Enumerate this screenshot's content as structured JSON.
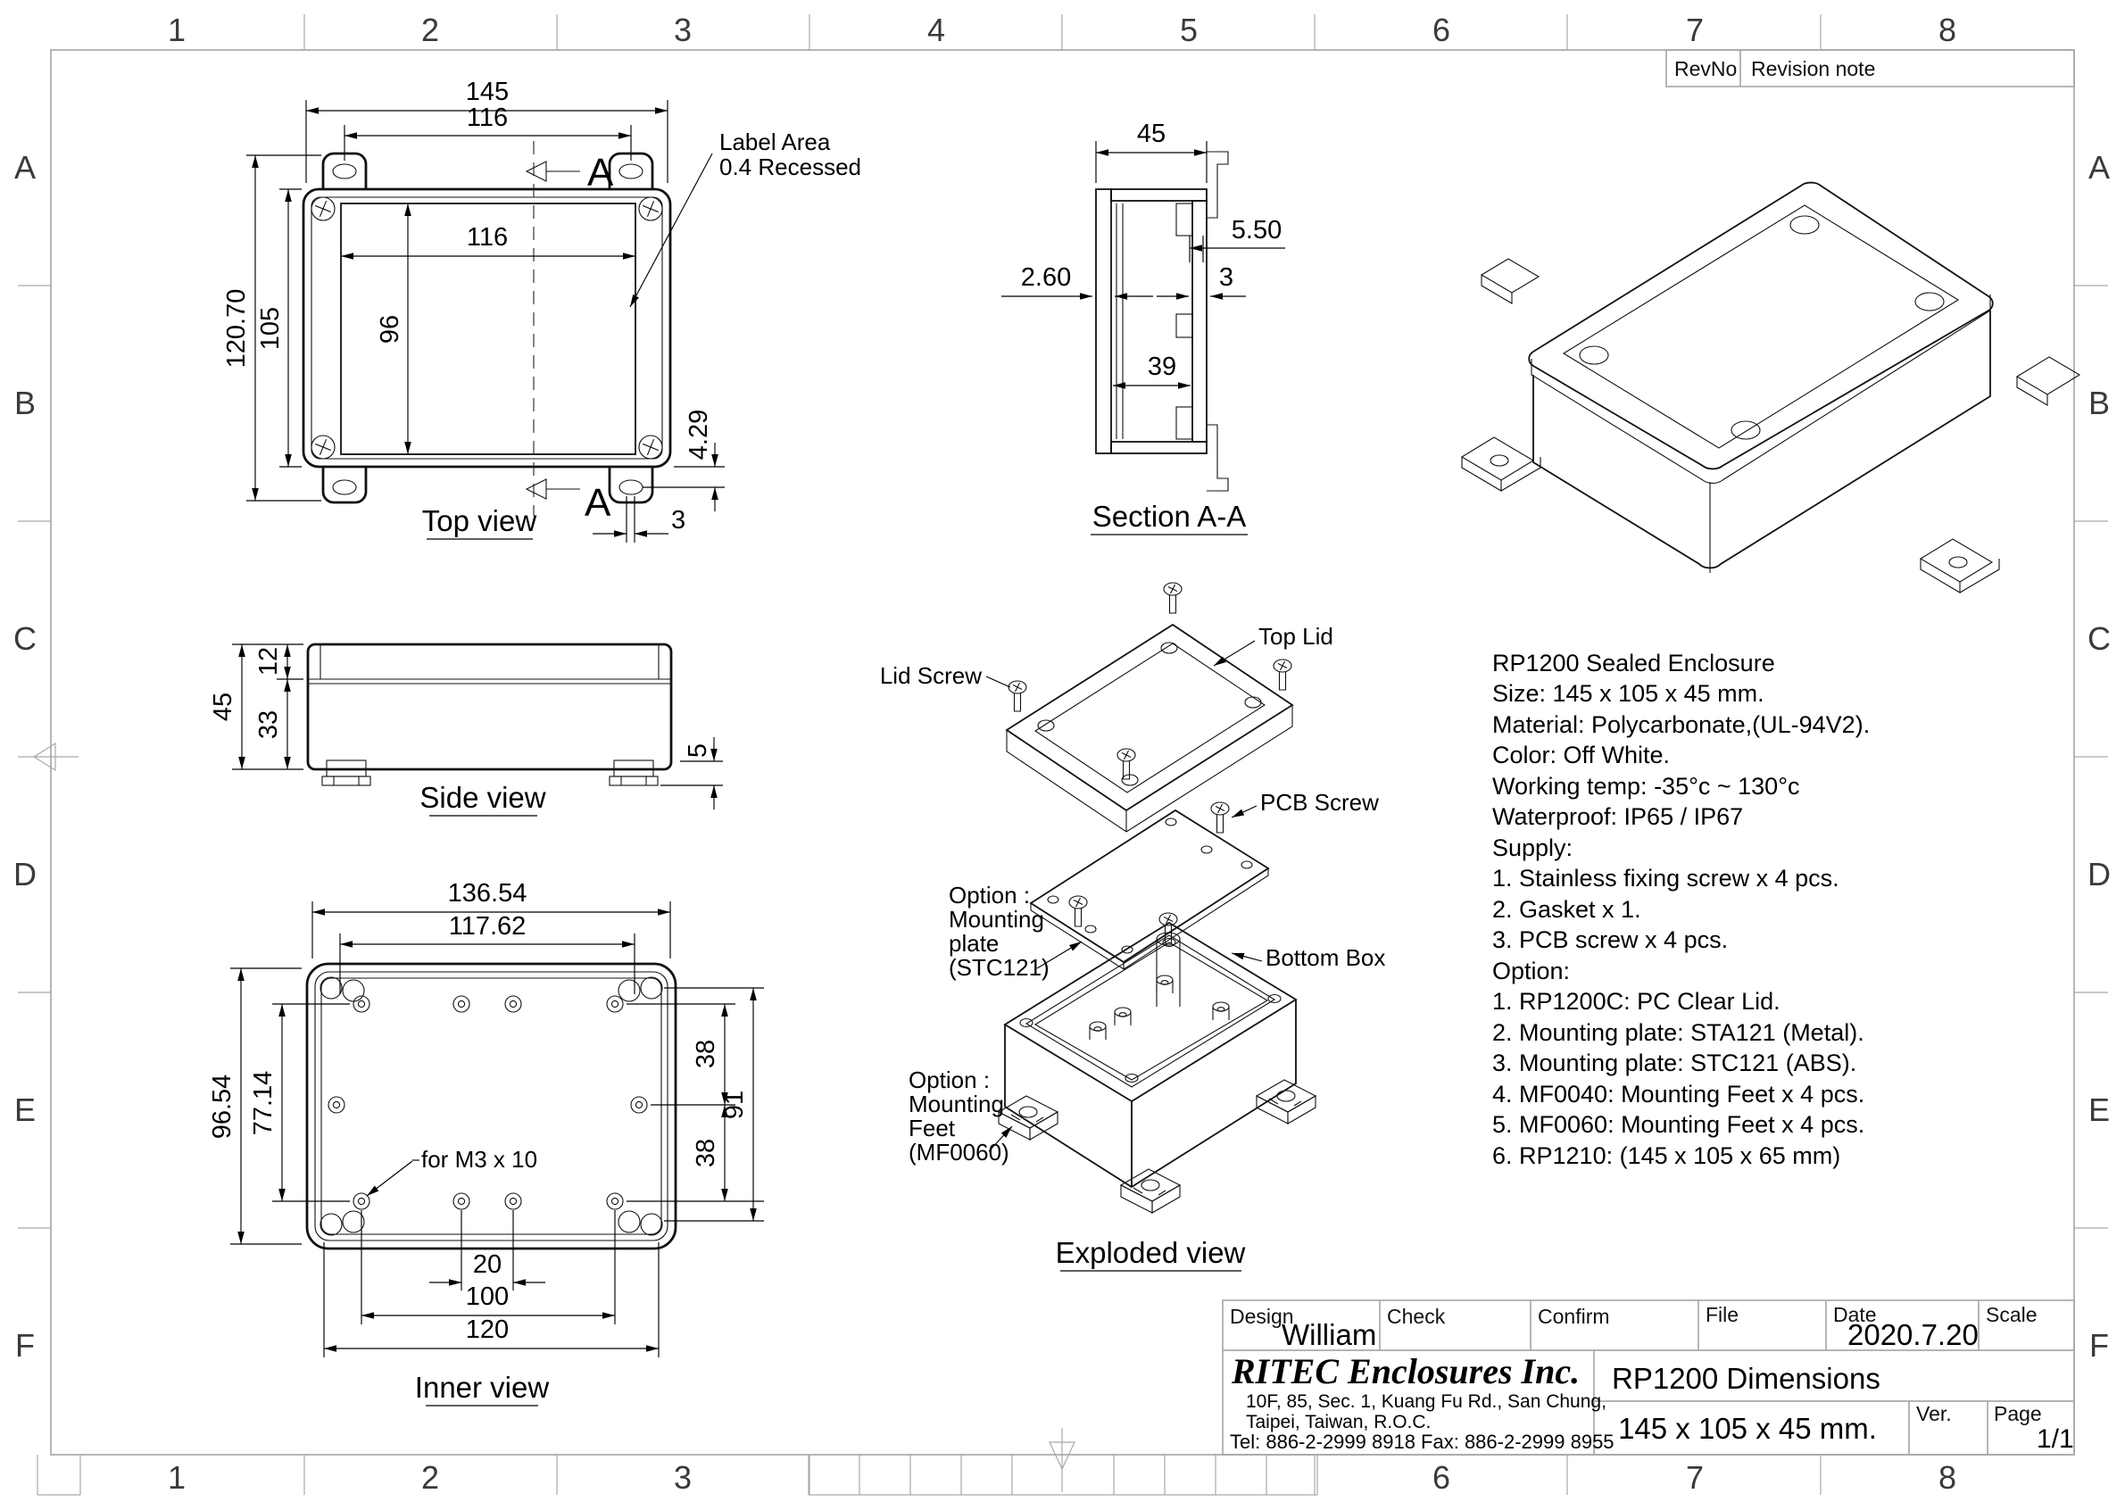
{
  "frame": {
    "cols": [
      "1",
      "2",
      "3",
      "4",
      "5",
      "6",
      "7",
      "8"
    ],
    "rows": [
      "A",
      "B",
      "C",
      "D",
      "E",
      "F"
    ],
    "rev": {
      "no_label": "RevNo",
      "note_label": "Revision note"
    }
  },
  "top_view": {
    "caption": "Top view",
    "section_letter": "A",
    "dim_overall_w": "145",
    "dim_tab_span": "116",
    "dim_label_w": "116",
    "dim_label_h": "96",
    "dim_body_h": "105",
    "dim_overall_h": "120.70",
    "dim_slot_offset": "4.29",
    "dim_slot_w": "3",
    "label_area_line1": "Label Area",
    "label_area_line2": "0.4 Recessed"
  },
  "section_view": {
    "caption": "Section A-A",
    "dim_depth": "45",
    "dim_boss": "5.50",
    "dim_lid_t": "2.60",
    "dim_wall_t": "3",
    "dim_inner_d": "39"
  },
  "side_view": {
    "caption": "Side view",
    "dim_height": "45",
    "dim_lid_h": "12",
    "dim_body_h": "33",
    "dim_foot_h": "5"
  },
  "inner_view": {
    "caption": "Inner view",
    "dim_outer_w": "136.54",
    "dim_boss_w": "117.62",
    "dim_outer_h": "96.54",
    "dim_boss_h": "77.14",
    "dim_38_top": "38",
    "dim_91": "91",
    "dim_38_bottom": "38",
    "dim_20": "20",
    "dim_100": "100",
    "dim_120": "120",
    "note": "for M3 x 10"
  },
  "exploded_view": {
    "caption": "Exploded view",
    "lid_screw": "Lid Screw",
    "top_lid": "Top Lid",
    "pcb_screw": "PCB Screw",
    "bottom_box": "Bottom Box",
    "plate_option": [
      "Option :",
      "Mounting",
      "plate",
      "(STC121)"
    ],
    "feet_option": [
      "Option :",
      "Mounting",
      "Feet",
      "(MF0060)"
    ]
  },
  "specs": {
    "lines": [
      "RP1200 Sealed Enclosure",
      "Size: 145 x 105 x 45 mm.",
      "Material: Polycarbonate,(UL-94V2).",
      "Color: Off White.",
      "Working temp: -35°c ~ 130°c",
      "Waterproof: IP65 / IP67",
      "Supply:",
      "1. Stainless fixing screw x 4 pcs.",
      "2. Gasket x 1.",
      "3. PCB screw x 4 pcs.",
      "Option:",
      "1. RP1200C: PC Clear Lid.",
      "2. Mounting plate: STA121 (Metal).",
      "3. Mounting plate: STC121 (ABS).",
      "4. MF0040: Mounting Feet x 4 pcs.",
      "5. MF0060: Mounting Feet x 4 pcs.",
      "6. RP1210: (145 x 105 x 65 mm)"
    ]
  },
  "title_block": {
    "design_label": "Design",
    "design_value": "William",
    "check_label": "Check",
    "confirm_label": "Confirm",
    "file_label": "File",
    "date_label": "Date",
    "date_value": "2020.7.20",
    "scale_label": "Scale",
    "company_name": "RITEC Enclosures Inc.",
    "company_address1": "10F, 85, Sec. 1, Kuang Fu Rd., San Chung,",
    "company_address2": "Taipei, Taiwan, R.O.C.",
    "company_tel": "Tel: 886-2-2999 8918   Fax: 886-2-2999 8955",
    "drawing_title": "RP1200 Dimensions",
    "drawing_size": "145 x 105 x 45 mm.",
    "ver_label": "Ver.",
    "page_label": "Page",
    "page_value": "1/1"
  }
}
